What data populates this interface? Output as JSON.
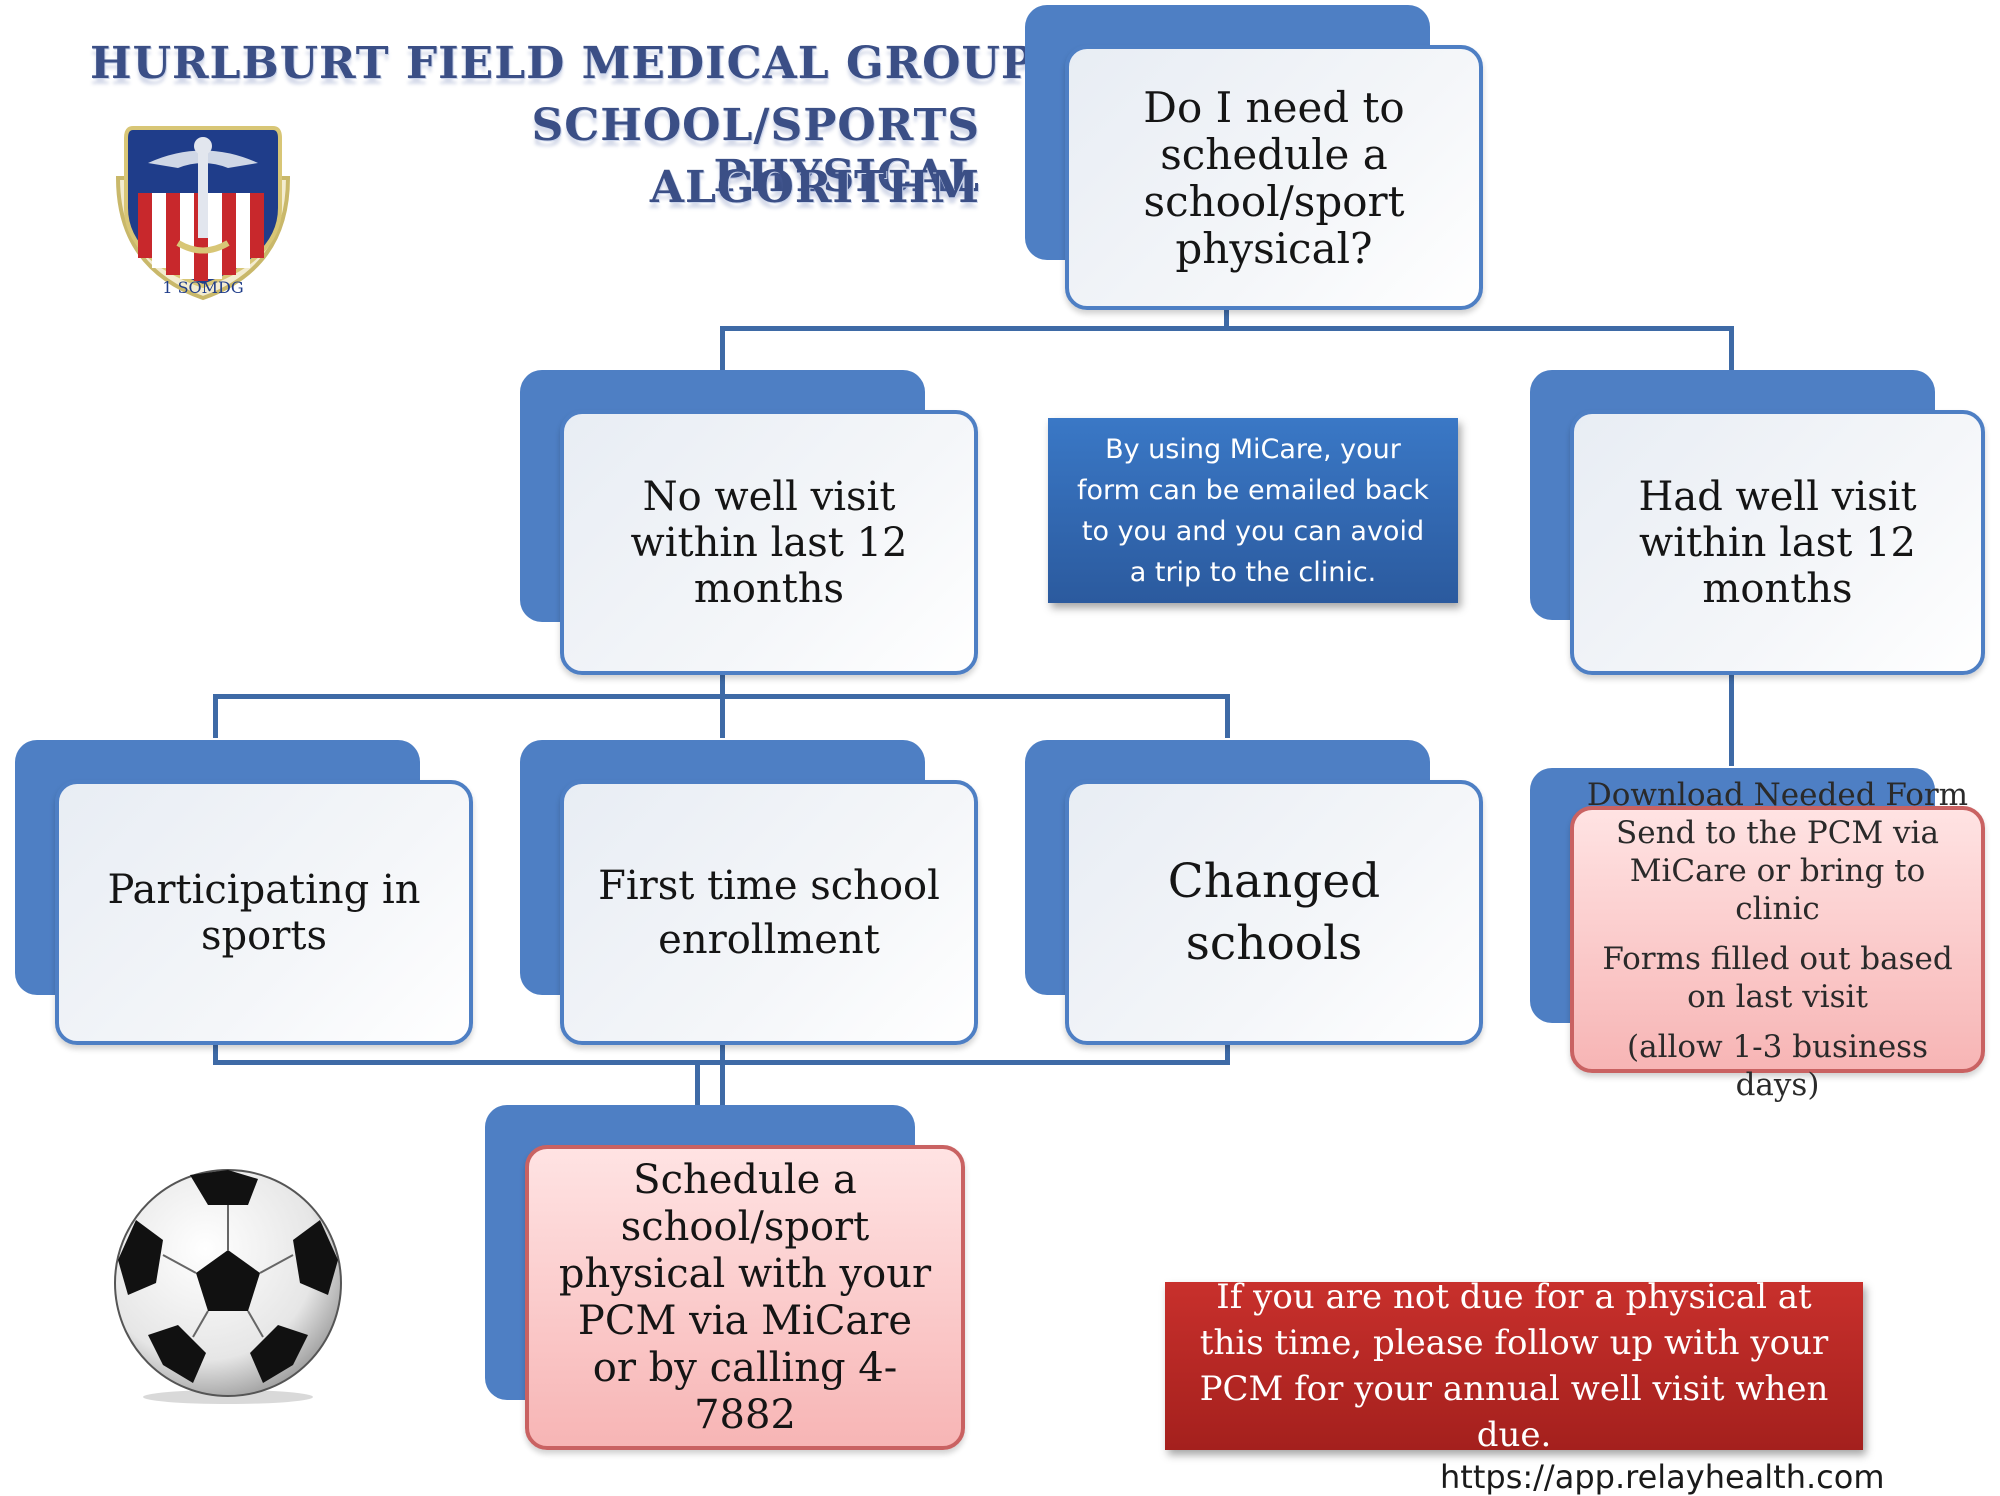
{
  "header": {
    "line1": "HURLBURT FIELD MEDICAL GROUP",
    "line2": "SCHOOL/SPORTS PHYSICAL",
    "line3": "ALGORITHM",
    "logo_text": "1 SOMDG"
  },
  "nodes": {
    "question": "Do I need to schedule a school/sport physical?",
    "no_well_visit": "No well visit within last 12 months",
    "had_well_visit": "Had well visit within last 12 months",
    "sports": "Participating in sports",
    "first_time": "First time school enrollment",
    "changed": "Changed schools",
    "schedule": "Schedule a school/sport physical with your PCM via MiCare or by calling 4-7882",
    "download": {
      "line1": "Download Needed Form Send to the PCM via MiCare or bring to clinic",
      "line2": "Forms filled out based on last visit",
      "line3": "(allow 1-3 business days)"
    }
  },
  "info_box": "By using MiCare, your form can be emailed back to you and you can avoid a trip to the clinic.",
  "notice_box": "If you are not due for a physical at this time, please follow up with your PCM for your annual well visit when due.",
  "footer_url": "https://app.relayhealth.com",
  "colors": {
    "accent_blue": "#4e7fc4",
    "info_blue": "#2f66b0",
    "notice_red": "#b3271f",
    "pink": "#f7b5b5"
  },
  "icons": [
    "shield-emblem-icon",
    "soccer-ball-icon"
  ]
}
